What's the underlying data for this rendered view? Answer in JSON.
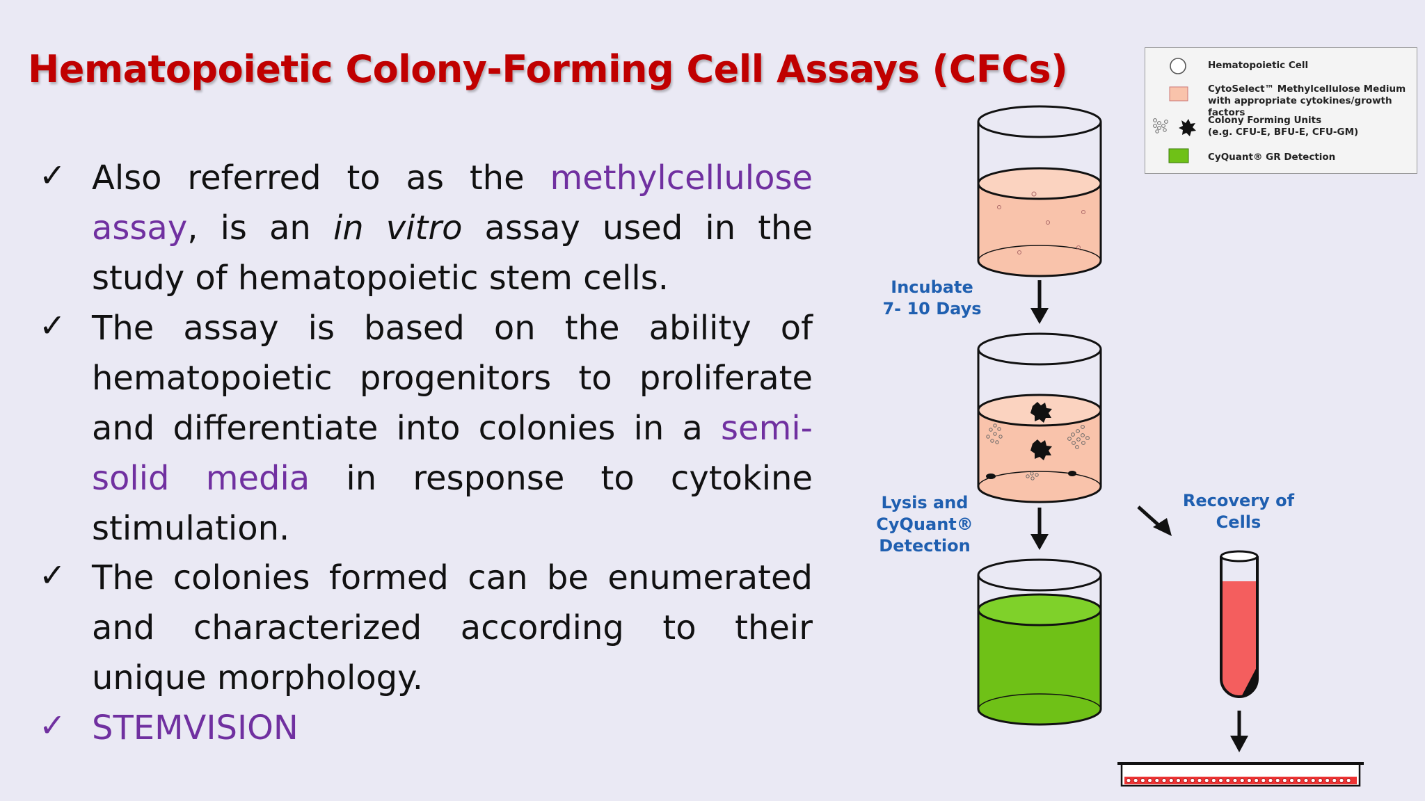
{
  "title": "Hematopoietic Colony-Forming Cell Assays (CFCs)",
  "bullets": [
    {
      "parts": [
        {
          "text": "Also referred to as the ",
          "style": "normal"
        },
        {
          "text": "methylcellulose assay",
          "style": "highlight"
        },
        {
          "text": ", is an ",
          "style": "normal"
        },
        {
          "text": "in vitro",
          "style": "italic"
        },
        {
          "text": " assay used in the study of hematopoietic stem cells.",
          "style": "normal"
        }
      ]
    },
    {
      "parts": [
        {
          "text": "The assay is based on the ability of hematopoietic progenitors to proliferate and differentiate into colonies in a ",
          "style": "normal"
        },
        {
          "text": "semi-solid media",
          "style": "highlight"
        },
        {
          "text": " in response to cytokine stimulation.",
          "style": "normal"
        }
      ]
    },
    {
      "parts": [
        {
          "text": "The colonies formed can be enumerated and characterized according to their unique morphology.",
          "style": "normal"
        }
      ]
    },
    {
      "parts": [
        {
          "text": "STEMVISION",
          "style": "highlight"
        }
      ],
      "check_color": "purple"
    }
  ],
  "legend": {
    "items": [
      {
        "icon": "hematopoietic-cell-icon",
        "lines": [
          "Hematopoietic Cell"
        ]
      },
      {
        "icon": "medium-swatch-icon",
        "lines": [
          "CytoSelect™ Methylcellulose Medium",
          "with appropriate cytokines/growth factors"
        ]
      },
      {
        "icon": "colony-icon",
        "lines": [
          "Colony Forming Units",
          "(e.g. CFU-E, BFU-E, CFU-GM)"
        ]
      },
      {
        "icon": "detection-swatch-icon",
        "lines": [
          "CyQuant® GR Detection"
        ]
      }
    ]
  },
  "steps": {
    "incubate": [
      "Incubate",
      "7- 10 Days"
    ],
    "lysis": [
      "Lysis and",
      "CyQuant®",
      "Detection"
    ],
    "recovery": [
      "Recovery of",
      "Cells"
    ]
  },
  "colors": {
    "title": "#c00000",
    "highlight": "#7030a0",
    "label": "#1f5fb0",
    "medium": "#f9c3ab",
    "detection": "#6fc117",
    "tube_fill": "#f45e5e",
    "background": "#eae9f4"
  }
}
